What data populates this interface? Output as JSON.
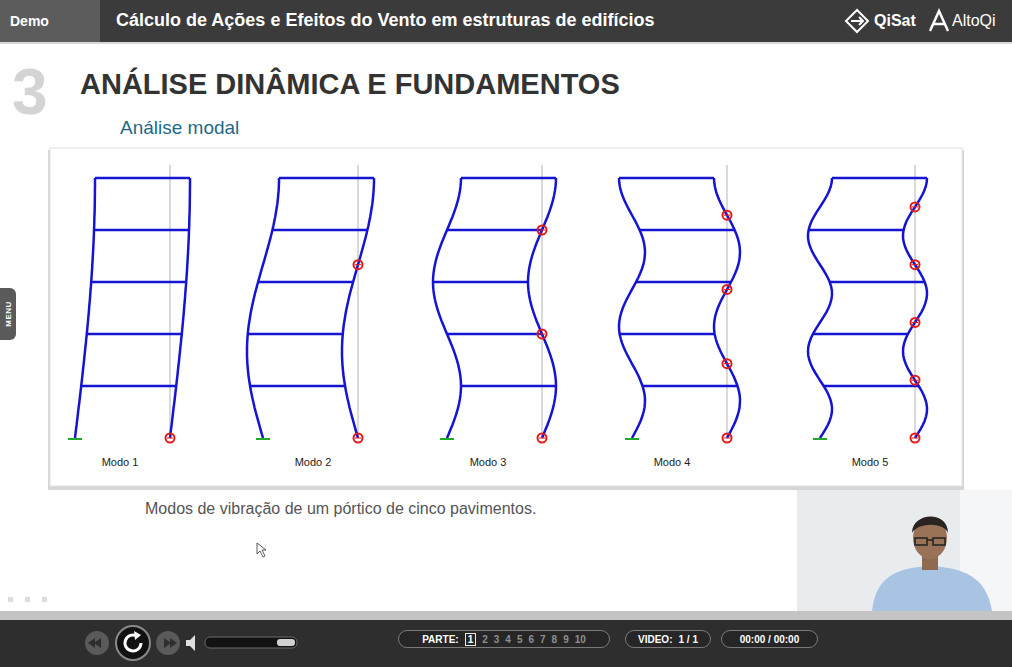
{
  "diagram": {
    "title": "ANÁLISE DINÂMICA E FUNDAMENTOS",
    "caption": "Modos de vibração de um pórtico de cinco pavimentos.",
    "nodes": [
      {
        "text": [
          "Demo"
        ]
      },
      {
        "text": [
          "MENU"
        ]
      },
      {
        "text": [
          "PARTE:",
          "2",
          "3",
          "4",
          "5",
          "6",
          "7",
          "8",
          "9",
          "10"
        ]
      },
      {
        "text": [
          "1"
        ],
        "in": 2
      },
      {
        "text": [
          "VIDEO:",
          "1 / 1"
        ]
      },
      {
        "text": [
          "00:00 / 00:00"
        ]
      }
    ],
    "labels": [
      "Cálculo de Ações e Efeitos do Vento em estruturas de edifícios",
      "QiSat",
      "AltoQi",
      "3",
      "Análise modal",
      "Modo 1",
      "Modo 2",
      "Modo 3",
      "Modo 4",
      "Modo 5"
    ]
  }
}
